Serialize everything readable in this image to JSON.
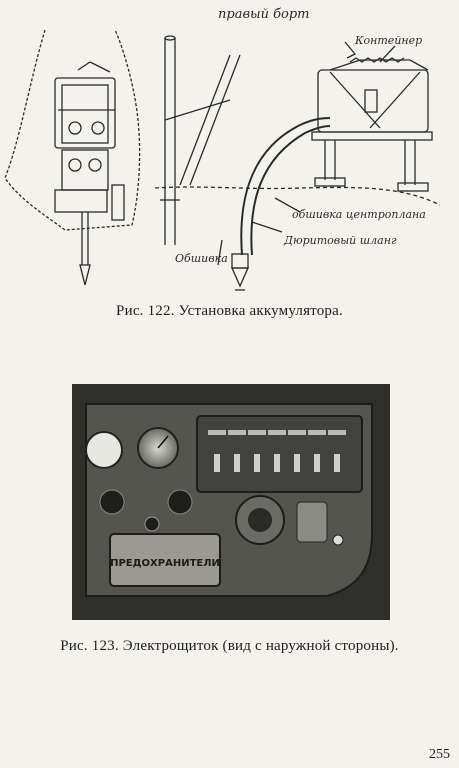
{
  "figure1": {
    "labels": {
      "right_side": "правый борт",
      "container": "Контейнер",
      "center_section_skin": "обшивка центроплана",
      "duralumin_hose": "Дюритовый шланг",
      "skin": "Обшивка"
    },
    "caption": "Рис. 122. Установка аккумулятора."
  },
  "figure2": {
    "panel_label": "ПРЕДОХРАНИТЕЛИ",
    "caption": "Рис. 123. Электрощиток (вид с наружной стороны)."
  },
  "page_number": "255",
  "colors": {
    "paper": "#f4f2ec",
    "ink": "#2a2a2a",
    "photo_dark": "#3a3a36"
  }
}
